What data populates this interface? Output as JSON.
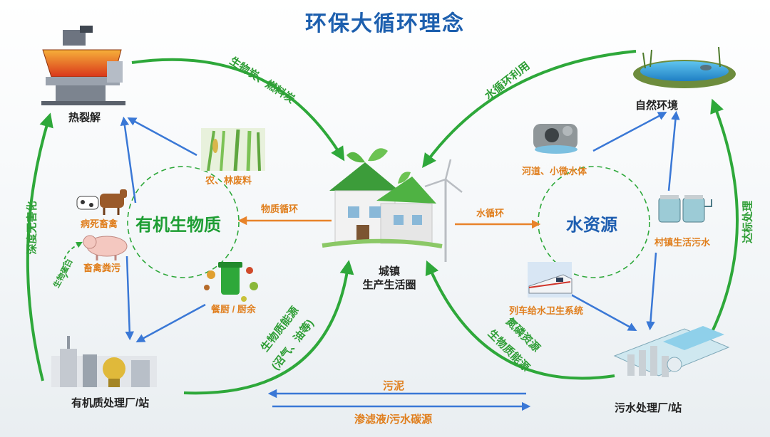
{
  "title": "环保大循环理念",
  "nodes": {
    "pyrolysis": "热裂解",
    "town_line1": "城镇",
    "town_line2": "生产生活圈",
    "nature": "自然环境",
    "organic_plant": "有机质处理厂/站",
    "sewage_plant": "污水处理厂/站"
  },
  "hubs": {
    "organic": "有机生物质",
    "water": "水资源"
  },
  "organic_sources": {
    "agri_forestry": "农、林废料",
    "dead_livestock": "病死畜禽",
    "manure": "畜禽粪污",
    "kitchen": "餐厨 / 厨余"
  },
  "water_sources": {
    "rivers": "河道、小微水体",
    "village_sewage": "村镇生活污水",
    "train": "列车给水卫生系统"
  },
  "flows": {
    "biochar": "生物炭、燃料炭",
    "water_reuse": "水循环利用",
    "material_cycle": "物质循环",
    "water_cycle": "水循环",
    "deep_harmless": "深度无害化",
    "bio_protein": "生物蛋白",
    "compliant": "达标处理",
    "bioenergy_line1": "生物质能源",
    "bioenergy_line2": "(沼气、油等)",
    "np_line1": "氮磷资源",
    "np_line2": "生物质能源",
    "sludge": "污泥",
    "leachate": "渗滤液/污水碳源"
  },
  "colors": {
    "green": "#2ea83a",
    "blue": "#3a78d6",
    "orange": "#e8832a",
    "title_blue": "#1d5fae"
  }
}
